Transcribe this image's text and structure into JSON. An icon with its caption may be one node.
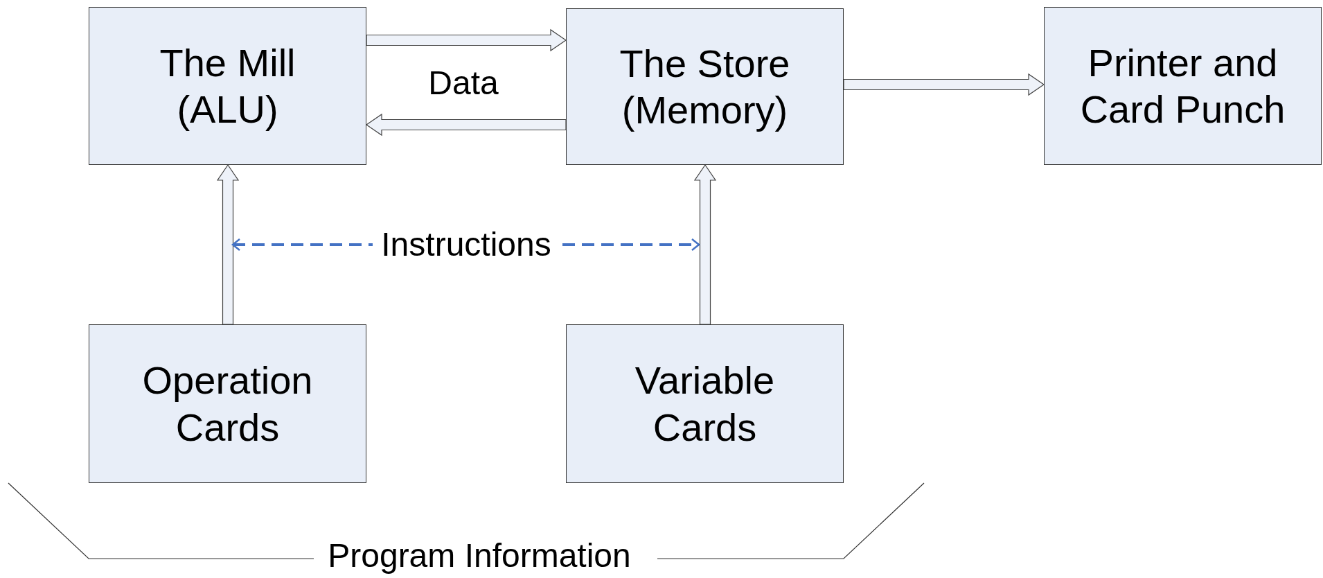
{
  "diagram": {
    "nodes": [
      {
        "text": [
          "The Mill (ALU)"
        ]
      },
      {
        "text": [
          "The Store (Memory)"
        ]
      },
      {
        "text": [
          "Printer and Card Punch"
        ]
      },
      {
        "text": [
          "Operation Cards"
        ]
      },
      {
        "text": [
          "Variable Cards"
        ]
      }
    ],
    "edges": [
      {
        "from": 0,
        "to": 1,
        "arrow": "to"
      },
      {
        "from": 1,
        "to": 0,
        "arrow": "to"
      },
      {
        "from": 1,
        "to": 2,
        "arrow": "to"
      },
      {
        "from": 3,
        "to": 0,
        "arrow": "to"
      },
      {
        "from": 4,
        "to": 1,
        "arrow": "to"
      }
    ],
    "labels": [
      "Data",
      "Instructions",
      "Program Information"
    ]
  }
}
